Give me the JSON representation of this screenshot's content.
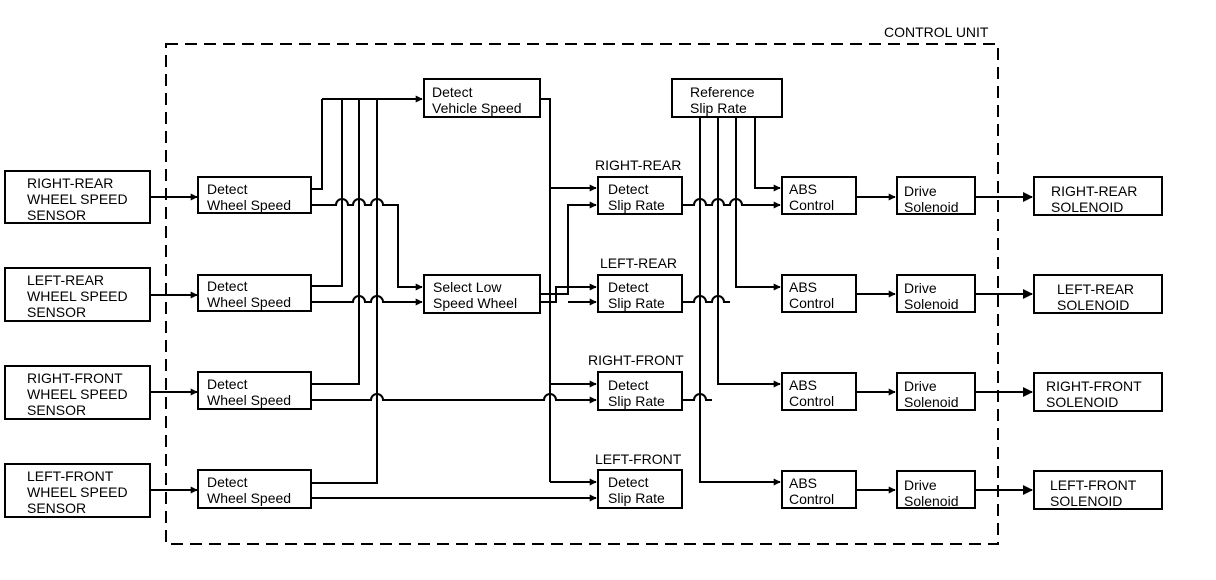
{
  "control_unit_label": "CONTROL UNIT",
  "sensors": [
    {
      "lines": [
        "RIGHT-REAR",
        "WHEEL SPEED",
        "SENSOR"
      ]
    },
    {
      "lines": [
        "LEFT-REAR",
        "WHEEL SPEED",
        "SENSOR"
      ]
    },
    {
      "lines": [
        "RIGHT-FRONT",
        "WHEEL SPEED",
        "SENSOR"
      ]
    },
    {
      "lines": [
        "LEFT-FRONT",
        "WHEEL SPEED",
        "SENSOR"
      ]
    }
  ],
  "detect_wheel_speed": [
    "Detect",
    "Wheel Speed"
  ],
  "detect_vehicle_speed": [
    "Detect",
    "Vehicle Speed"
  ],
  "select_low_speed_wheel": [
    "Select Low",
    "Speed Wheel"
  ],
  "reference_slip_rate": [
    "Reference",
    "Slip Rate"
  ],
  "channel_labels": [
    "RIGHT-REAR",
    "LEFT-REAR",
    "RIGHT-FRONT",
    "LEFT-FRONT"
  ],
  "detect_slip_rate": [
    "Detect",
    "Slip Rate"
  ],
  "abs_control": [
    "ABS",
    "Control"
  ],
  "drive_solenoid": [
    "Drive",
    "Solenoid"
  ],
  "solenoids": [
    {
      "lines": [
        "RIGHT-REAR",
        "SOLENOID"
      ]
    },
    {
      "lines": [
        "LEFT-REAR",
        "SOLENOID"
      ]
    },
    {
      "lines": [
        "RIGHT-FRONT",
        "SOLENOID"
      ]
    },
    {
      "lines": [
        "LEFT-FRONT",
        "SOLENOID"
      ]
    }
  ]
}
